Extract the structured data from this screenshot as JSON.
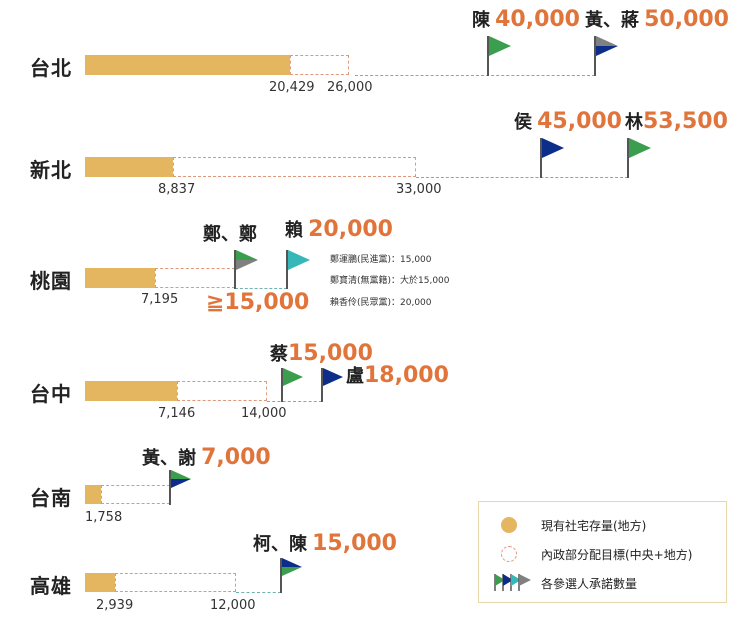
{
  "colors": {
    "existing": "#e5b660",
    "target_border": "#e0987a",
    "link": "#6fb3b0",
    "value_text": "#e0743a",
    "flag_green": "#3a9e4e",
    "flag_blue": "#0d2d8a",
    "flag_gray": "#808080",
    "flag_teal": "#36b8b8"
  },
  "rows": [
    {
      "city": "台北",
      "existing": "20,429",
      "target": "26,000",
      "pledges": [
        {
          "name": "陳",
          "value": "40,000"
        },
        {
          "name": "黃、蔣",
          "value": "50,000"
        }
      ]
    },
    {
      "city": "新北",
      "existing": "8,837",
      "target": "33,000",
      "pledges": [
        {
          "name": "侯",
          "value": "45,000"
        },
        {
          "name": "林",
          "value": "53,500"
        }
      ]
    },
    {
      "city": "桃園",
      "existing": "7,195",
      "target": "",
      "pledges": [
        {
          "name": "鄭、鄭",
          "value": "≧15,000"
        },
        {
          "name": "賴",
          "value": "20,000"
        }
      ],
      "notes": [
        "鄭運鵬(民進黨)：15,000",
        "鄭寶清(無黨籍)：大於15,000",
        "賴香伶(民眾黨)：20,000"
      ]
    },
    {
      "city": "台中",
      "existing": "7,146",
      "target": "14,000",
      "pledges": [
        {
          "name": "蔡",
          "value": "15,000"
        },
        {
          "name": "盧",
          "value": "18,000"
        }
      ]
    },
    {
      "city": "台南",
      "existing": "1,758",
      "target": "",
      "pledges": [
        {
          "name": "黃、謝",
          "value": "7,000"
        }
      ]
    },
    {
      "city": "高雄",
      "existing": "2,939",
      "target": "12,000",
      "pledges": [
        {
          "name": "柯、陳",
          "value": "15,000"
        }
      ]
    }
  ],
  "legend": {
    "items": [
      {
        "label": "現有社宅存量(地方)",
        "icon": "filled-circle"
      },
      {
        "label": "內政部分配目標(中央+地方)",
        "icon": "dashed-circle"
      },
      {
        "label": "各參選人承諾數量",
        "icon": "flags-icon"
      }
    ]
  },
  "chart_data": {
    "type": "bar",
    "title": "",
    "categories": [
      "台北",
      "新北",
      "桃園",
      "台中",
      "台南",
      "高雄"
    ],
    "series": [
      {
        "name": "現有社宅存量(地方)",
        "values": [
          20429,
          8837,
          7195,
          7146,
          1758,
          2939
        ]
      },
      {
        "name": "內政部分配目標(中央+地方)",
        "values": [
          26000,
          33000,
          null,
          14000,
          null,
          12000
        ]
      }
    ],
    "pledges": {
      "台北": [
        {
          "candidate": "陳",
          "value": 40000
        },
        {
          "candidate": "黃、蔣",
          "value": 50000
        }
      ],
      "新北": [
        {
          "candidate": "侯",
          "value": 45000
        },
        {
          "candidate": "林",
          "value": 53500
        }
      ],
      "桃園": [
        {
          "candidate": "鄭運鵬(民進黨)",
          "value": 15000
        },
        {
          "candidate": "鄭寶清(無黨籍)",
          "value": ">15000"
        },
        {
          "candidate": "賴香伶(民眾黨)",
          "value": 20000
        }
      ],
      "台中": [
        {
          "candidate": "蔡",
          "value": 15000
        },
        {
          "candidate": "盧",
          "value": 18000
        }
      ],
      "台南": [
        {
          "candidate": "黃、謝",
          "value": 7000
        }
      ],
      "高雄": [
        {
          "candidate": "柯、陳",
          "value": 15000
        }
      ]
    },
    "orientation": "horizontal",
    "legend_position": "bottom-right",
    "grid": false
  }
}
